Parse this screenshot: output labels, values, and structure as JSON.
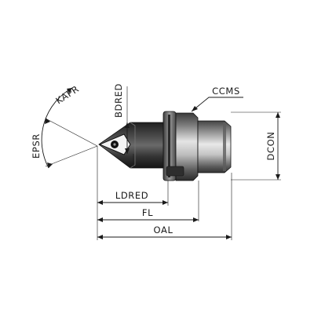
{
  "diagram": {
    "labels": {
      "kapr": "KAPR",
      "epsr": "EPSR",
      "bdred": "BDRED",
      "ccms": "CCMS",
      "dcon": "DCON",
      "ldred": "LDRED",
      "fl": "FL",
      "oal": "OAL"
    },
    "colors": {
      "dimension_line": "#1a1a1a",
      "metal_dark": "#2f2f2f",
      "metal_mid": "#8a8a8a",
      "metal_light": "#dcdcdc",
      "insert": "#f2f2f2"
    }
  }
}
